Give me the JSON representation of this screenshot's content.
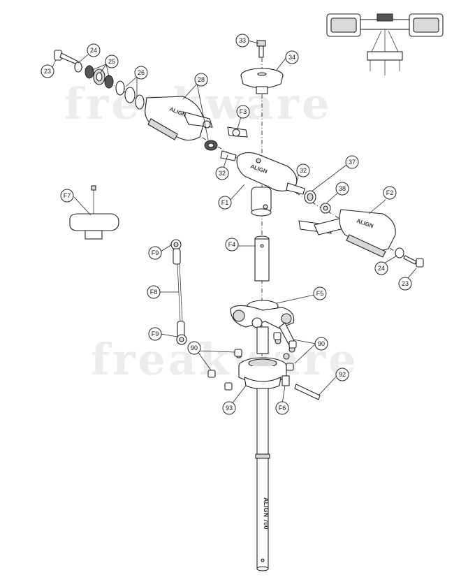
{
  "watermark": {
    "text": "freakware"
  },
  "brand": {
    "logo_text": "ALIGN",
    "shaft_text": "ALIGN 700"
  },
  "callouts": [
    {
      "id": "c33",
      "label": "33"
    },
    {
      "id": "c34",
      "label": "34"
    },
    {
      "id": "c24a",
      "label": "24"
    },
    {
      "id": "c25",
      "label": "25"
    },
    {
      "id": "c23a",
      "label": "23"
    },
    {
      "id": "c26",
      "label": "26"
    },
    {
      "id": "c28",
      "label": "28"
    },
    {
      "id": "cF3",
      "label": "F3"
    },
    {
      "id": "c32a",
      "label": "32"
    },
    {
      "id": "c32b",
      "label": "32"
    },
    {
      "id": "c37",
      "label": "37"
    },
    {
      "id": "c38",
      "label": "38"
    },
    {
      "id": "cF1",
      "label": "F1"
    },
    {
      "id": "cF2",
      "label": "F2"
    },
    {
      "id": "cF7",
      "label": "F7"
    },
    {
      "id": "cF4",
      "label": "F4"
    },
    {
      "id": "cF9a",
      "label": "F9"
    },
    {
      "id": "cF8",
      "label": "F8"
    },
    {
      "id": "cF9b",
      "label": "F9"
    },
    {
      "id": "c24b",
      "label": "24"
    },
    {
      "id": "c23b",
      "label": "23"
    },
    {
      "id": "cF5",
      "label": "F5"
    },
    {
      "id": "c90a",
      "label": "90"
    },
    {
      "id": "c90b",
      "label": "90"
    },
    {
      "id": "c92",
      "label": "92"
    },
    {
      "id": "c93",
      "label": "93"
    },
    {
      "id": "cF6",
      "label": "F6"
    }
  ]
}
